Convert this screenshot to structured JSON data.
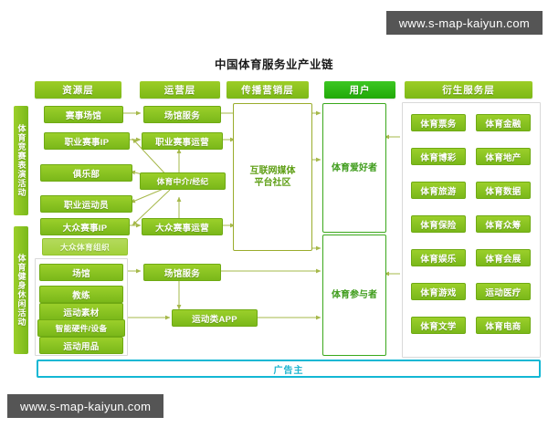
{
  "watermark": {
    "top": "www.s-map-kaiyun.com",
    "bottom": "www.s-map-kaiyun.com"
  },
  "title": "中国体育服务业产业链",
  "colors": {
    "header_green": "#8dc91e",
    "user_green": "#32bc1e",
    "chip_green": "#8cc621",
    "chip_pale_green": "#a9d546",
    "outline_olive": "#9aac2c",
    "user_outline": "#3aa81b",
    "advertiser_cyan": "#13b7d4",
    "group_border": "#d9d9d9",
    "watermark_bg": "#555555"
  },
  "headers": [
    {
      "label": "资源层",
      "name": "header-resource-layer"
    },
    {
      "label": "运营层",
      "name": "header-operation-layer"
    },
    {
      "label": "传播营销层",
      "name": "header-marketing-layer"
    },
    {
      "label": "用户",
      "name": "header-user-layer"
    },
    {
      "label": "衍生服务层",
      "name": "header-derivative-layer"
    }
  ],
  "side_labels": [
    {
      "label": "体育竞赛表演活动"
    },
    {
      "label": "体育健身休闲活动"
    }
  ],
  "resource_layer": {
    "competition_items": [
      {
        "label": "赛事场馆"
      },
      {
        "label": "职业赛事IP"
      },
      {
        "label": "俱乐部"
      },
      {
        "label": "职业运动员"
      }
    ],
    "mass_items": [
      {
        "label": "大众赛事IP"
      },
      {
        "label": "大众体育组织"
      }
    ],
    "fitness_items": [
      {
        "label": "场馆"
      },
      {
        "label": "教练"
      },
      {
        "label": "运动素材"
      },
      {
        "label": "智能硬件/设备"
      },
      {
        "label": "运动用品"
      }
    ]
  },
  "operation_layer": {
    "items": [
      {
        "label": "场馆服务"
      },
      {
        "label": "职业赛事运营"
      },
      {
        "label": "体育中介/经纪"
      },
      {
        "label": "大众赛事运营"
      },
      {
        "label": "场馆服务"
      },
      {
        "label": "运动类APP"
      }
    ]
  },
  "marketing_layer": {
    "platform_label": "互联网媒体\n平台社区",
    "platform_line1": "互联网媒体",
    "platform_line2": "平台社区"
  },
  "user_layer": {
    "groups": [
      {
        "label": "体育爱好者"
      },
      {
        "label": "体育参与者"
      }
    ]
  },
  "derivative_layer": {
    "items": [
      {
        "label": "体育票务"
      },
      {
        "label": "体育金融"
      },
      {
        "label": "体育博彩"
      },
      {
        "label": "体育地产"
      },
      {
        "label": "体育旅游"
      },
      {
        "label": "体育数据"
      },
      {
        "label": "体育保险"
      },
      {
        "label": "体育众筹"
      },
      {
        "label": "体育娱乐"
      },
      {
        "label": "体育会展"
      },
      {
        "label": "体育游戏"
      },
      {
        "label": "运动医疗"
      },
      {
        "label": "体育文学"
      },
      {
        "label": "体育电商"
      }
    ]
  },
  "advertiser": {
    "label": "广告主"
  }
}
